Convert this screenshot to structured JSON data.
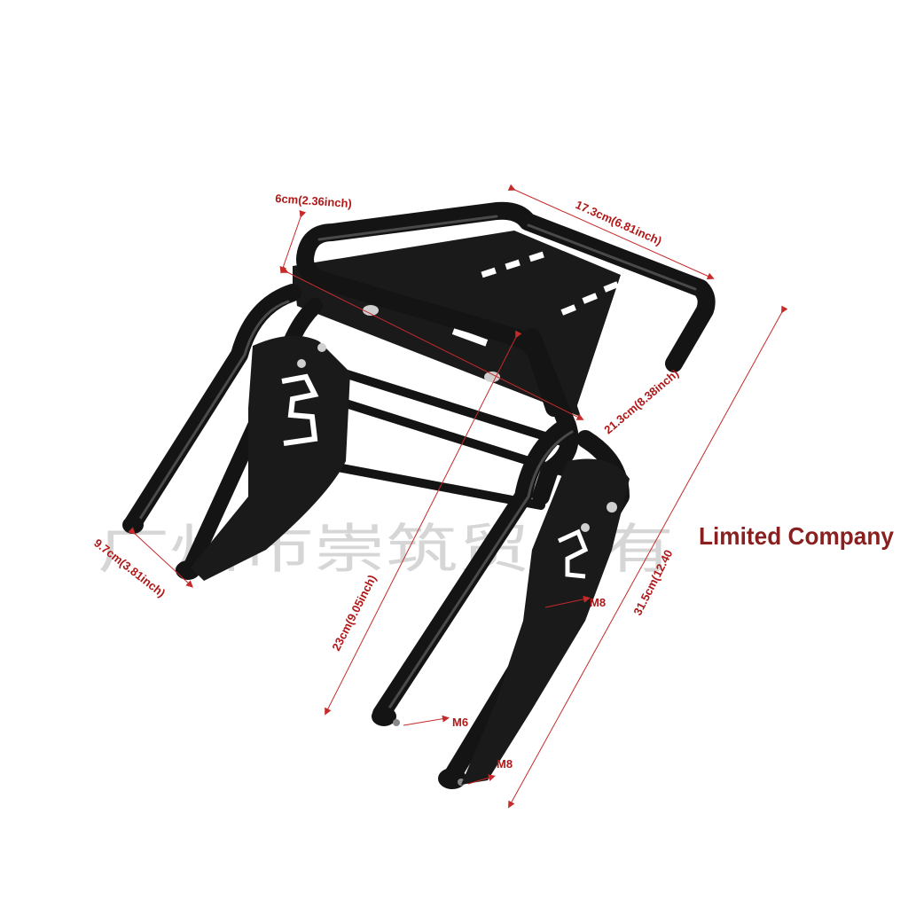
{
  "product": "motorcycle rear luggage rack",
  "colors": {
    "frame": "#141414",
    "dimension": "#c62a2a",
    "watermark": "#8a1f1f"
  },
  "dimensions": {
    "top_height": "6cm(2.36inch)",
    "top_width": "17.3cm(6.81inch)",
    "plate_length": "21.3cm(8.38inch)",
    "total_length": "31.5cm(12.40",
    "front_spacing": "9.7cm(3.81inch)",
    "mid_height": "23cm(9.05inch)"
  },
  "bolts": {
    "m8_upper": "M8",
    "m6": "M6",
    "m8_lower": "M8"
  },
  "watermark": {
    "chinese": "广州市崇筑贸易有",
    "english": "Limited Company"
  }
}
